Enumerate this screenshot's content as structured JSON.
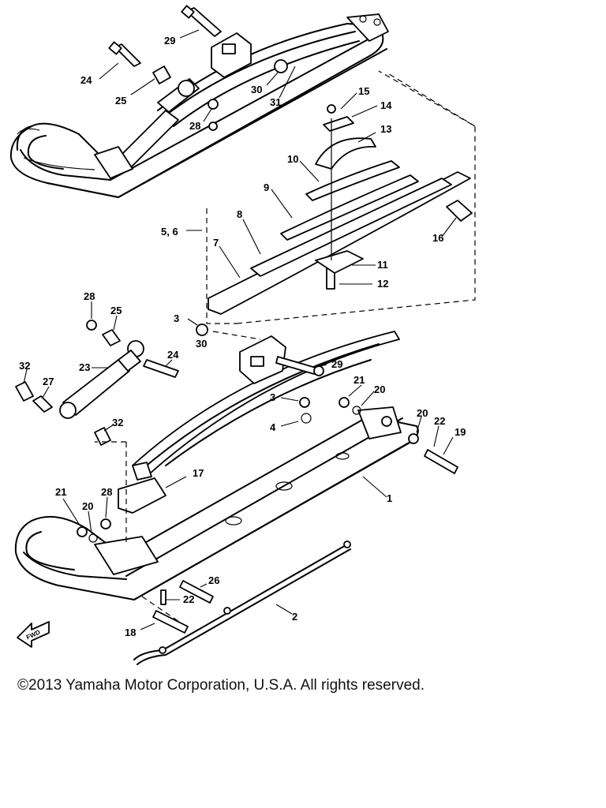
{
  "copyright": "©2013 Yamaha Motor Corporation, U.S.A. All rights reserved.",
  "fwd_label": "FWD",
  "labels": {
    "l1": "1",
    "l2": "2",
    "l3a": "3",
    "l3b": "3",
    "l4": "4",
    "l56": "5, 6",
    "l7": "7",
    "l8": "8",
    "l9": "9",
    "l10": "10",
    "l11": "11",
    "l12": "12",
    "l13": "13",
    "l14": "14",
    "l15": "15",
    "l16": "16",
    "l17": "17",
    "l18": "18",
    "l19": "19",
    "l20a": "20",
    "l20b": "20",
    "l20c": "20",
    "l21a": "21",
    "l21b": "21",
    "l22a": "22",
    "l22b": "22",
    "l23": "23",
    "l24a": "24",
    "l24b": "24",
    "l25a": "25",
    "l25b": "25",
    "l26": "26",
    "l27": "27",
    "l28a": "28",
    "l28b": "28",
    "l28c": "28",
    "l29a": "29",
    "l29b": "29",
    "l30a": "30",
    "l30b": "30",
    "l31": "31",
    "l32a": "32",
    "l32b": "32"
  }
}
